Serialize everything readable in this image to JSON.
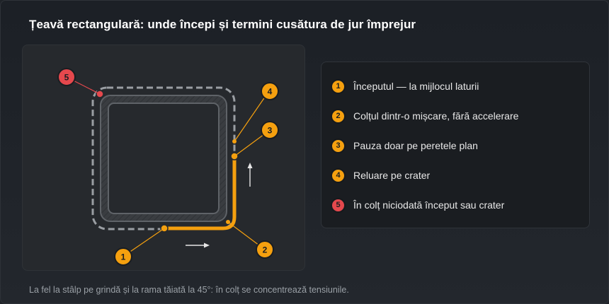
{
  "title": "Țeavă rectangulară: unde începi și termini cusătura de jur împrejur",
  "colors": {
    "accent": "#f5a00f",
    "danger": "#e5484d",
    "tube_outline": "#9a9ea3",
    "badge_text": "#1a1d21"
  },
  "legend": [
    {
      "num": "1",
      "label": "Începutul — la mijlocul laturii",
      "color": "#f5a00f"
    },
    {
      "num": "2",
      "label": "Colțul dintr-o mișcare, fără accelerare",
      "color": "#f5a00f"
    },
    {
      "num": "3",
      "label": "Pauza doar pe peretele plan",
      "color": "#f5a00f"
    },
    {
      "num": "4",
      "label": "Reluare pe crater",
      "color": "#f5a00f"
    },
    {
      "num": "5",
      "label": "În colț niciodată început sau crater",
      "color": "#e5484d"
    }
  ],
  "markers": [
    {
      "num": "1",
      "color": "#f5a00f"
    },
    {
      "num": "2",
      "color": "#f5a00f"
    },
    {
      "num": "3",
      "color": "#f5a00f"
    },
    {
      "num": "4",
      "color": "#f5a00f"
    },
    {
      "num": "5",
      "color": "#e5484d"
    }
  ],
  "arrows": [
    "right-arrow-icon",
    "up-arrow-icon"
  ],
  "footer": "La fel la stâlp pe grindă și la rama tăiată la 45°: în colț se concentrează tensiunile."
}
